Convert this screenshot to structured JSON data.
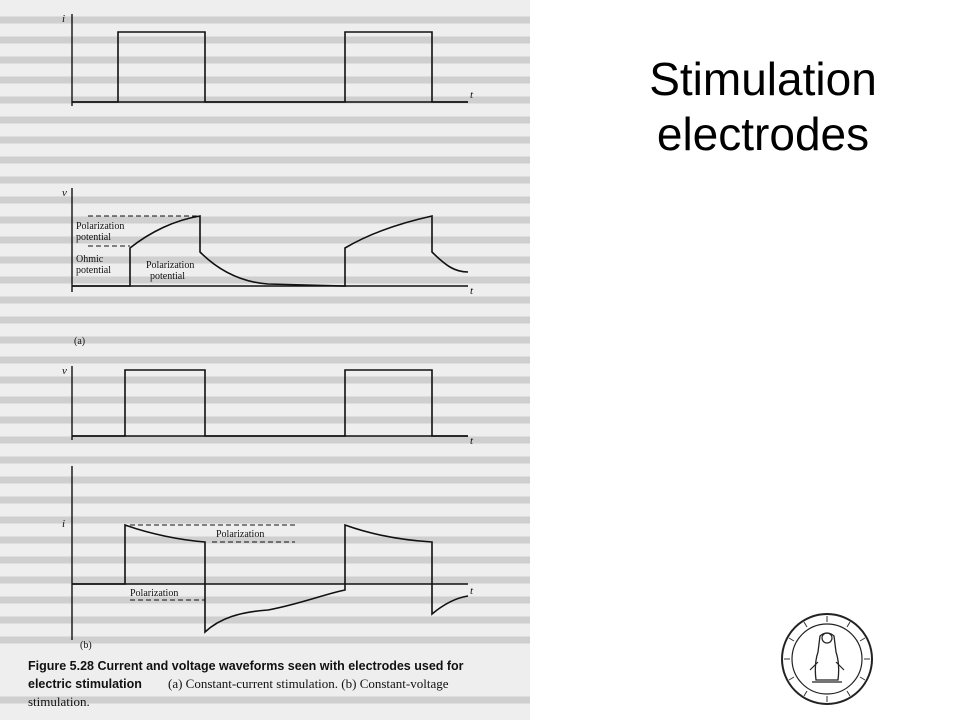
{
  "slide": {
    "title_line1": "Stimulation",
    "title_line2": "electrodes"
  },
  "figure": {
    "axis_label_i": "i",
    "axis_label_v": "v",
    "axis_label_t": "t",
    "panel_a_label": "(a)",
    "panel_b_label": "(b)",
    "polarization_potential_line1": "Polarization",
    "polarization_potential_line2": "potential",
    "ohmic_potential_line1": "Ohmic",
    "ohmic_potential_line2": "potential",
    "polarization_potential_b_line1": "Polarization",
    "polarization_potential_b_line2": "potential",
    "polarization_upper": "Polarization",
    "polarization_lower": "Polarization",
    "caption_bold_line1": "Figure 5.28   Current and voltage waveforms seen with electrodes used for",
    "caption_bold_line2": "electric stimulation",
    "caption_serif_line2": "(a) Constant-current stimulation. (b) Constant-voltage",
    "caption_serif_line3": "stimulation."
  },
  "logo": {
    "name": "University of Oslo seal"
  }
}
